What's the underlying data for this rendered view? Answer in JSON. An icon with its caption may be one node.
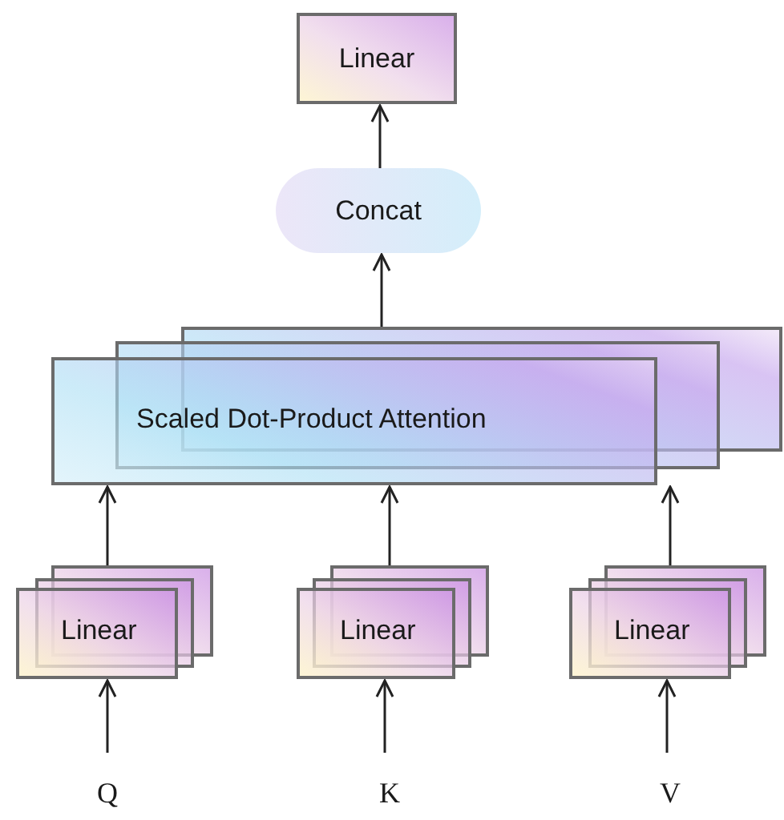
{
  "diagram": {
    "nodes": [
      {
        "text": [
          "Linear"
        ]
      },
      {
        "text": [
          "Concat"
        ]
      },
      {
        "text": [
          "Scaled Dot-Product Attention"
        ]
      },
      {
        "text": [
          "Linear"
        ]
      },
      {
        "text": [
          "Linear"
        ]
      },
      {
        "text": [
          "Linear"
        ]
      },
      {
        "text": [
          "Q"
        ]
      },
      {
        "text": [
          "K"
        ]
      },
      {
        "text": [
          "V"
        ]
      }
    ],
    "edges": [
      {
        "from": 6,
        "to": 3,
        "arrow": "to"
      },
      {
        "from": 7,
        "to": 4,
        "arrow": "to"
      },
      {
        "from": 8,
        "to": 5,
        "arrow": "to"
      },
      {
        "from": 3,
        "to": 2,
        "arrow": "to"
      },
      {
        "from": 4,
        "to": 2,
        "arrow": "to"
      },
      {
        "from": 5,
        "to": 2,
        "arrow": "to"
      },
      {
        "from": 2,
        "to": 1,
        "arrow": "to"
      },
      {
        "from": 1,
        "to": 0,
        "arrow": "to"
      }
    ]
  }
}
